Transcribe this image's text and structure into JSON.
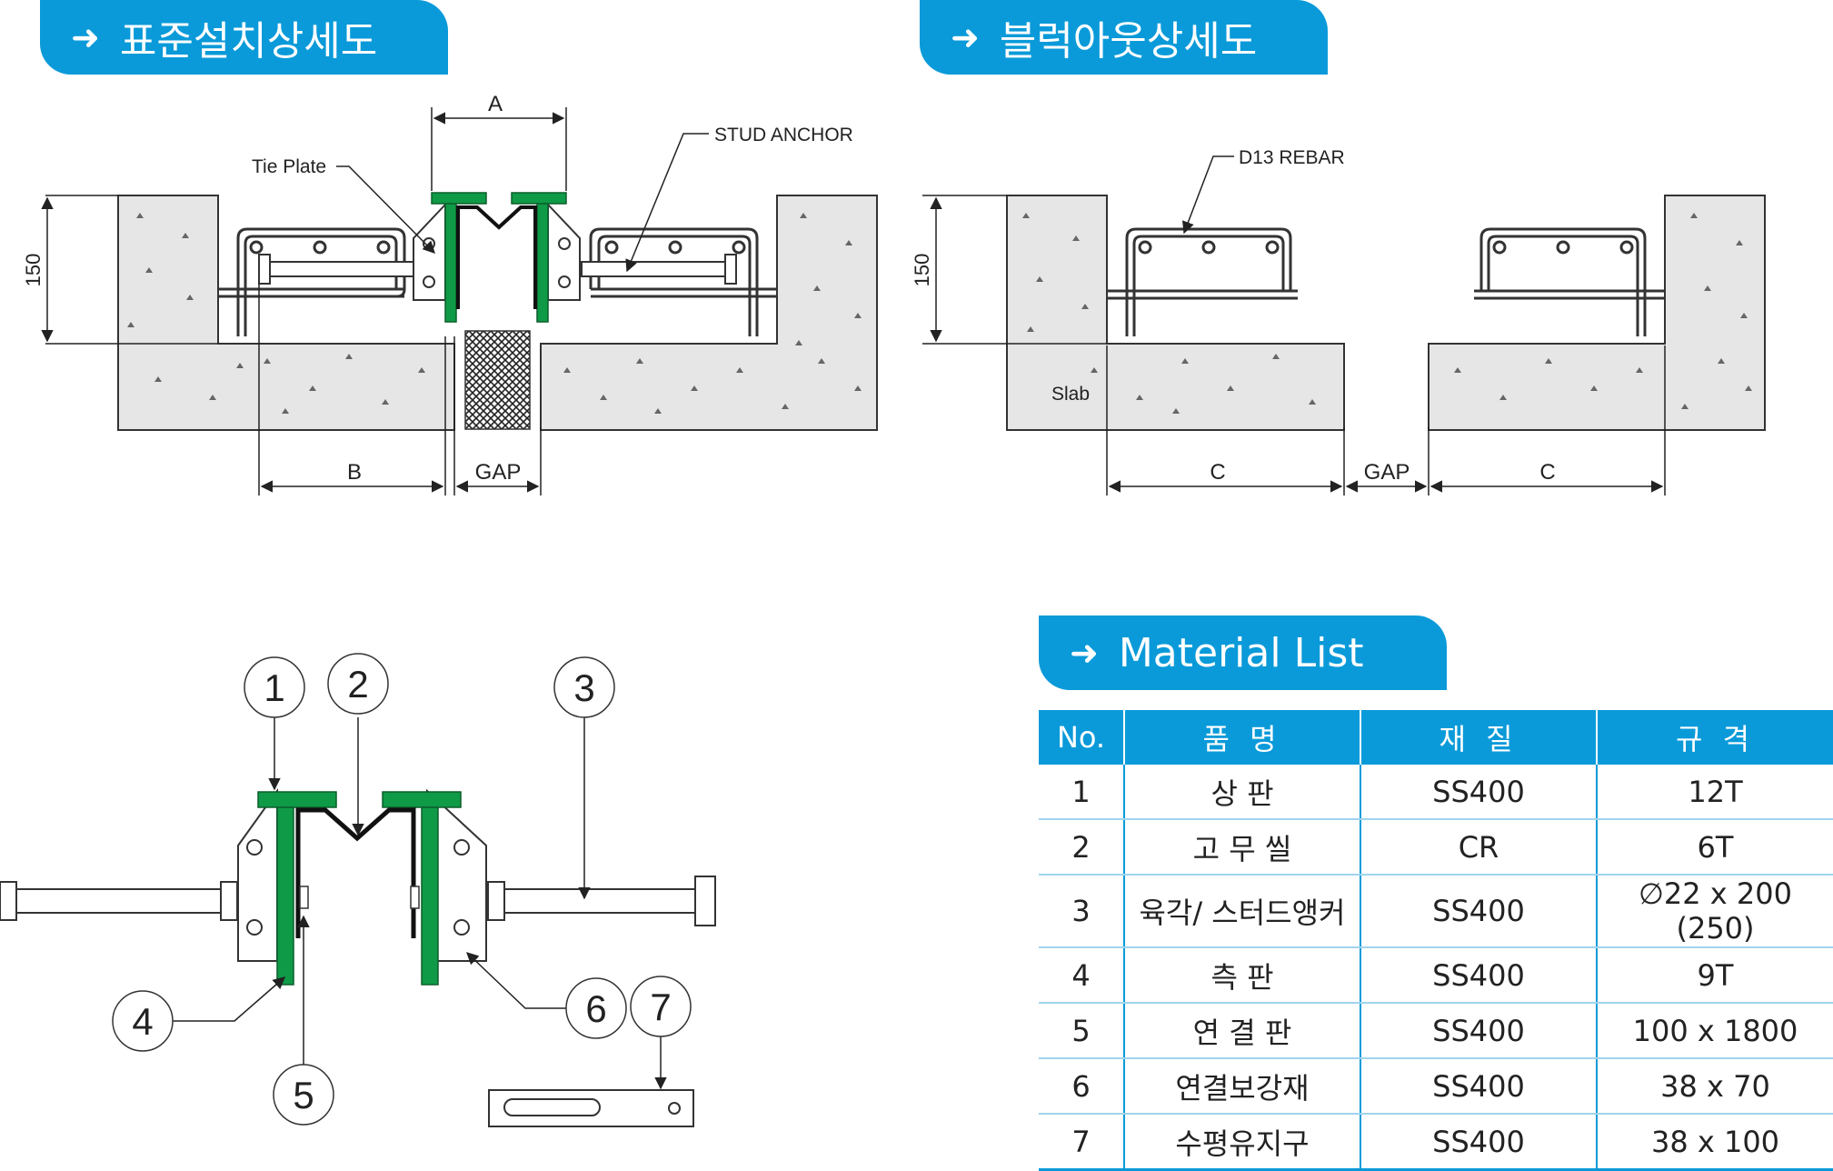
{
  "tabs": {
    "standard": "표준설치상세도",
    "blockout": "블럭아웃상세도",
    "material": "Material List",
    "arrow": "➜"
  },
  "standard_labels": {
    "A": "A",
    "B": "B",
    "gap": "GAP",
    "h150": "150",
    "tie_plate": "Tie Plate",
    "stud_anchor": "STUD ANCHOR"
  },
  "blockout_labels": {
    "C1": "C",
    "C2": "C",
    "gap": "GAP",
    "h150": "150",
    "rebar": "D13 REBAR",
    "slab": "Slab"
  },
  "callouts": [
    "1",
    "2",
    "3",
    "4",
    "5",
    "6",
    "7"
  ],
  "material_list": {
    "headers": [
      "No.",
      "품 명",
      "재 질",
      "규 격"
    ],
    "rows": [
      [
        "1",
        "상 판",
        "SS400",
        "12T"
      ],
      [
        "2",
        "고 무 씰",
        "CR",
        "6T"
      ],
      [
        "3",
        "육각/ 스터드앵커",
        "SS400",
        "∅22 x 200 (250)"
      ],
      [
        "4",
        "측 판",
        "SS400",
        "9T"
      ],
      [
        "5",
        "연 결 판",
        "SS400",
        "100 x 1800"
      ],
      [
        "6",
        "연결보강재",
        "SS400",
        "38 x 70"
      ],
      [
        "7",
        "수평유지구",
        "SS400",
        "38 x 100"
      ]
    ]
  },
  "colors": {
    "accent": "#0a9ad9",
    "steel_green": "#0f9a47",
    "concrete": "#e6e6e6"
  }
}
